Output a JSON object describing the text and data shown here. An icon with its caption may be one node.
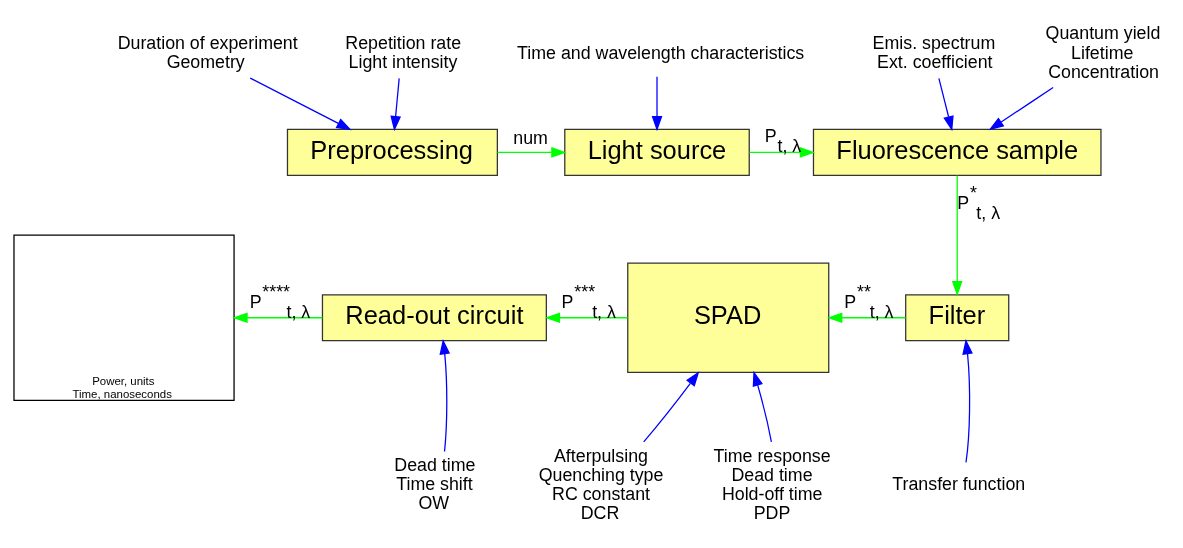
{
  "diagram": {
    "nodes": [
      {
        "text": [
          "Duration of experiment",
          "Geometry"
        ]
      },
      {
        "text": [
          "Repetition rate",
          "Light intensity"
        ]
      },
      {
        "text": [
          "Preprocessing"
        ]
      },
      {
        "text": [
          "Time and wavelength characteristics"
        ]
      },
      {
        "text": [
          "Light source"
        ]
      },
      {
        "text": [
          "Emis. spectrum",
          "Ext. coefficient"
        ]
      },
      {
        "text": [
          "Quantum yield",
          "Lifetime",
          "Concentration"
        ]
      },
      {
        "text": [
          "Fluorescence sample"
        ]
      },
      {
        "text": [
          "Filter"
        ]
      },
      {
        "text": [
          "Transfer function"
        ]
      },
      {
        "text": [
          "SPAD"
        ]
      },
      {
        "text": [
          "Afterpulsing",
          "Quenching type",
          "RC constant",
          "DCR"
        ]
      },
      {
        "text": [
          "Time response",
          "Dead time",
          "Hold-off time",
          "PDP"
        ]
      },
      {
        "text": [
          "Read-out circuit"
        ]
      },
      {
        "text": [
          "Dead time",
          "Time shift",
          "OW"
        ]
      },
      {
        "text": [
          "Power, units",
          "Time, nanoseconds"
        ]
      }
    ],
    "edges": [
      {
        "from": 0,
        "to": 2,
        "arrow": "to"
      },
      {
        "from": 1,
        "to": 2,
        "arrow": "to"
      },
      {
        "from": 3,
        "to": 4,
        "arrow": "to"
      },
      {
        "from": 5,
        "to": 7,
        "arrow": "to"
      },
      {
        "from": 6,
        "to": 7,
        "arrow": "to"
      },
      {
        "from": 2,
        "to": 4,
        "arrow": "to",
        "label": "num",
        "color": "#00ff00"
      },
      {
        "from": 4,
        "to": 7,
        "arrow": "to",
        "label": "P$_{t, λ}$",
        "color": "#00ff00"
      },
      {
        "from": 7,
        "to": 8,
        "arrow": "to",
        "label": "P$^{*}$$_{t, λ}$",
        "color": "#00ff00"
      },
      {
        "from": 9,
        "to": 8,
        "arrow": "to"
      },
      {
        "from": 8,
        "to": 10,
        "arrow": "to",
        "label": "P$^{**}$$_{t, λ}$",
        "color": "#00ff00"
      },
      {
        "from": 11,
        "to": 10,
        "arrow": "to"
      },
      {
        "from": 12,
        "to": 10,
        "arrow": "to"
      },
      {
        "from": 10,
        "to": 13,
        "arrow": "to",
        "label": "P$^{***}$$_{t, λ}$",
        "color": "#00ff00"
      },
      {
        "from": 14,
        "to": 13,
        "arrow": "to"
      },
      {
        "from": 13,
        "to": 15,
        "arrow": "to",
        "label": "P$^{****}$$_{t, λ}$",
        "color": "#00ff00"
      }
    ]
  }
}
